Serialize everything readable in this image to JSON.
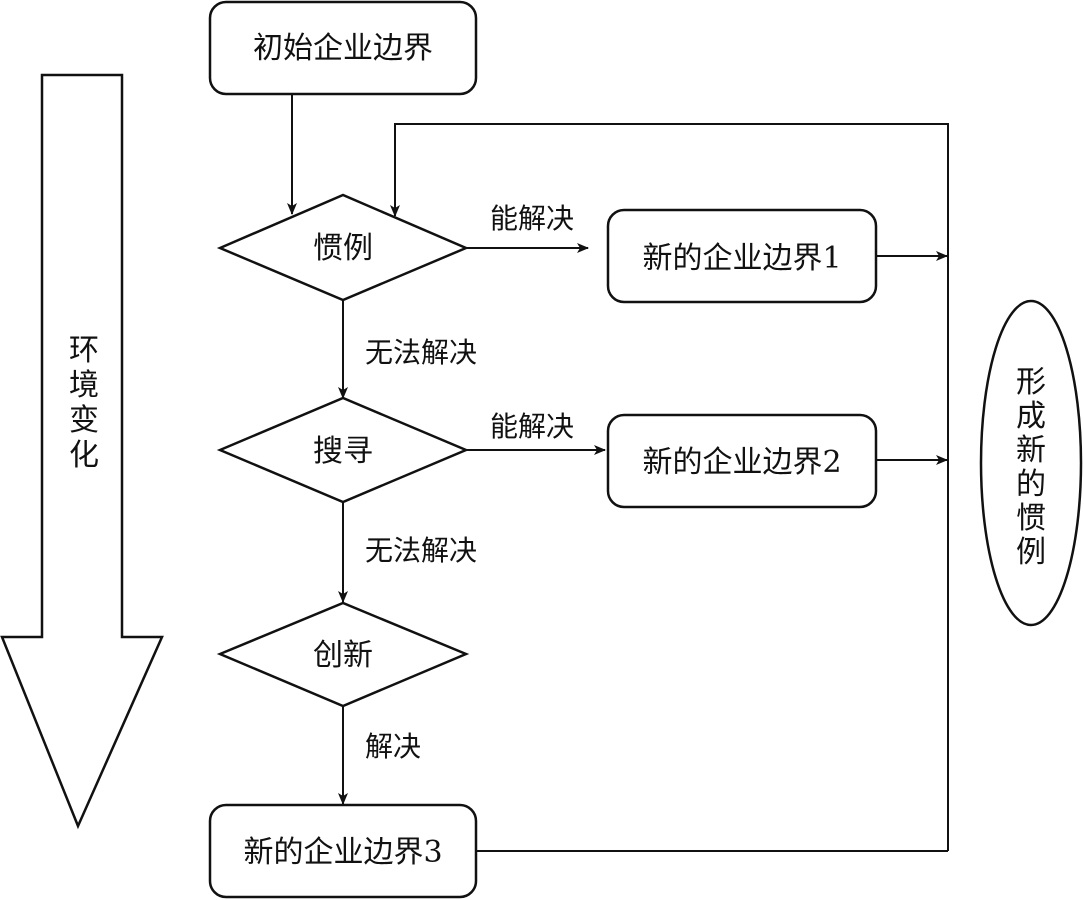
{
  "diagram": {
    "nodes": {
      "initial_boundary": "初始企业边界",
      "routine": "惯例",
      "search": "搜寻",
      "innovation": "创新",
      "new_boundary_1": "新的企业边界1",
      "new_boundary_2": "新的企业边界2",
      "new_boundary_3": "新的企业边界3"
    },
    "edges": {
      "routine_solved": "能解决",
      "routine_unsolved": "无法解决",
      "search_solved": "能解决",
      "search_unsolved": "无法解决",
      "innovation_solved": "解决"
    },
    "side_arrow_label": [
      "环",
      "境",
      "变",
      "化"
    ],
    "ellipse_label": [
      "形",
      "成",
      "新",
      "的",
      "惯",
      "例"
    ]
  }
}
